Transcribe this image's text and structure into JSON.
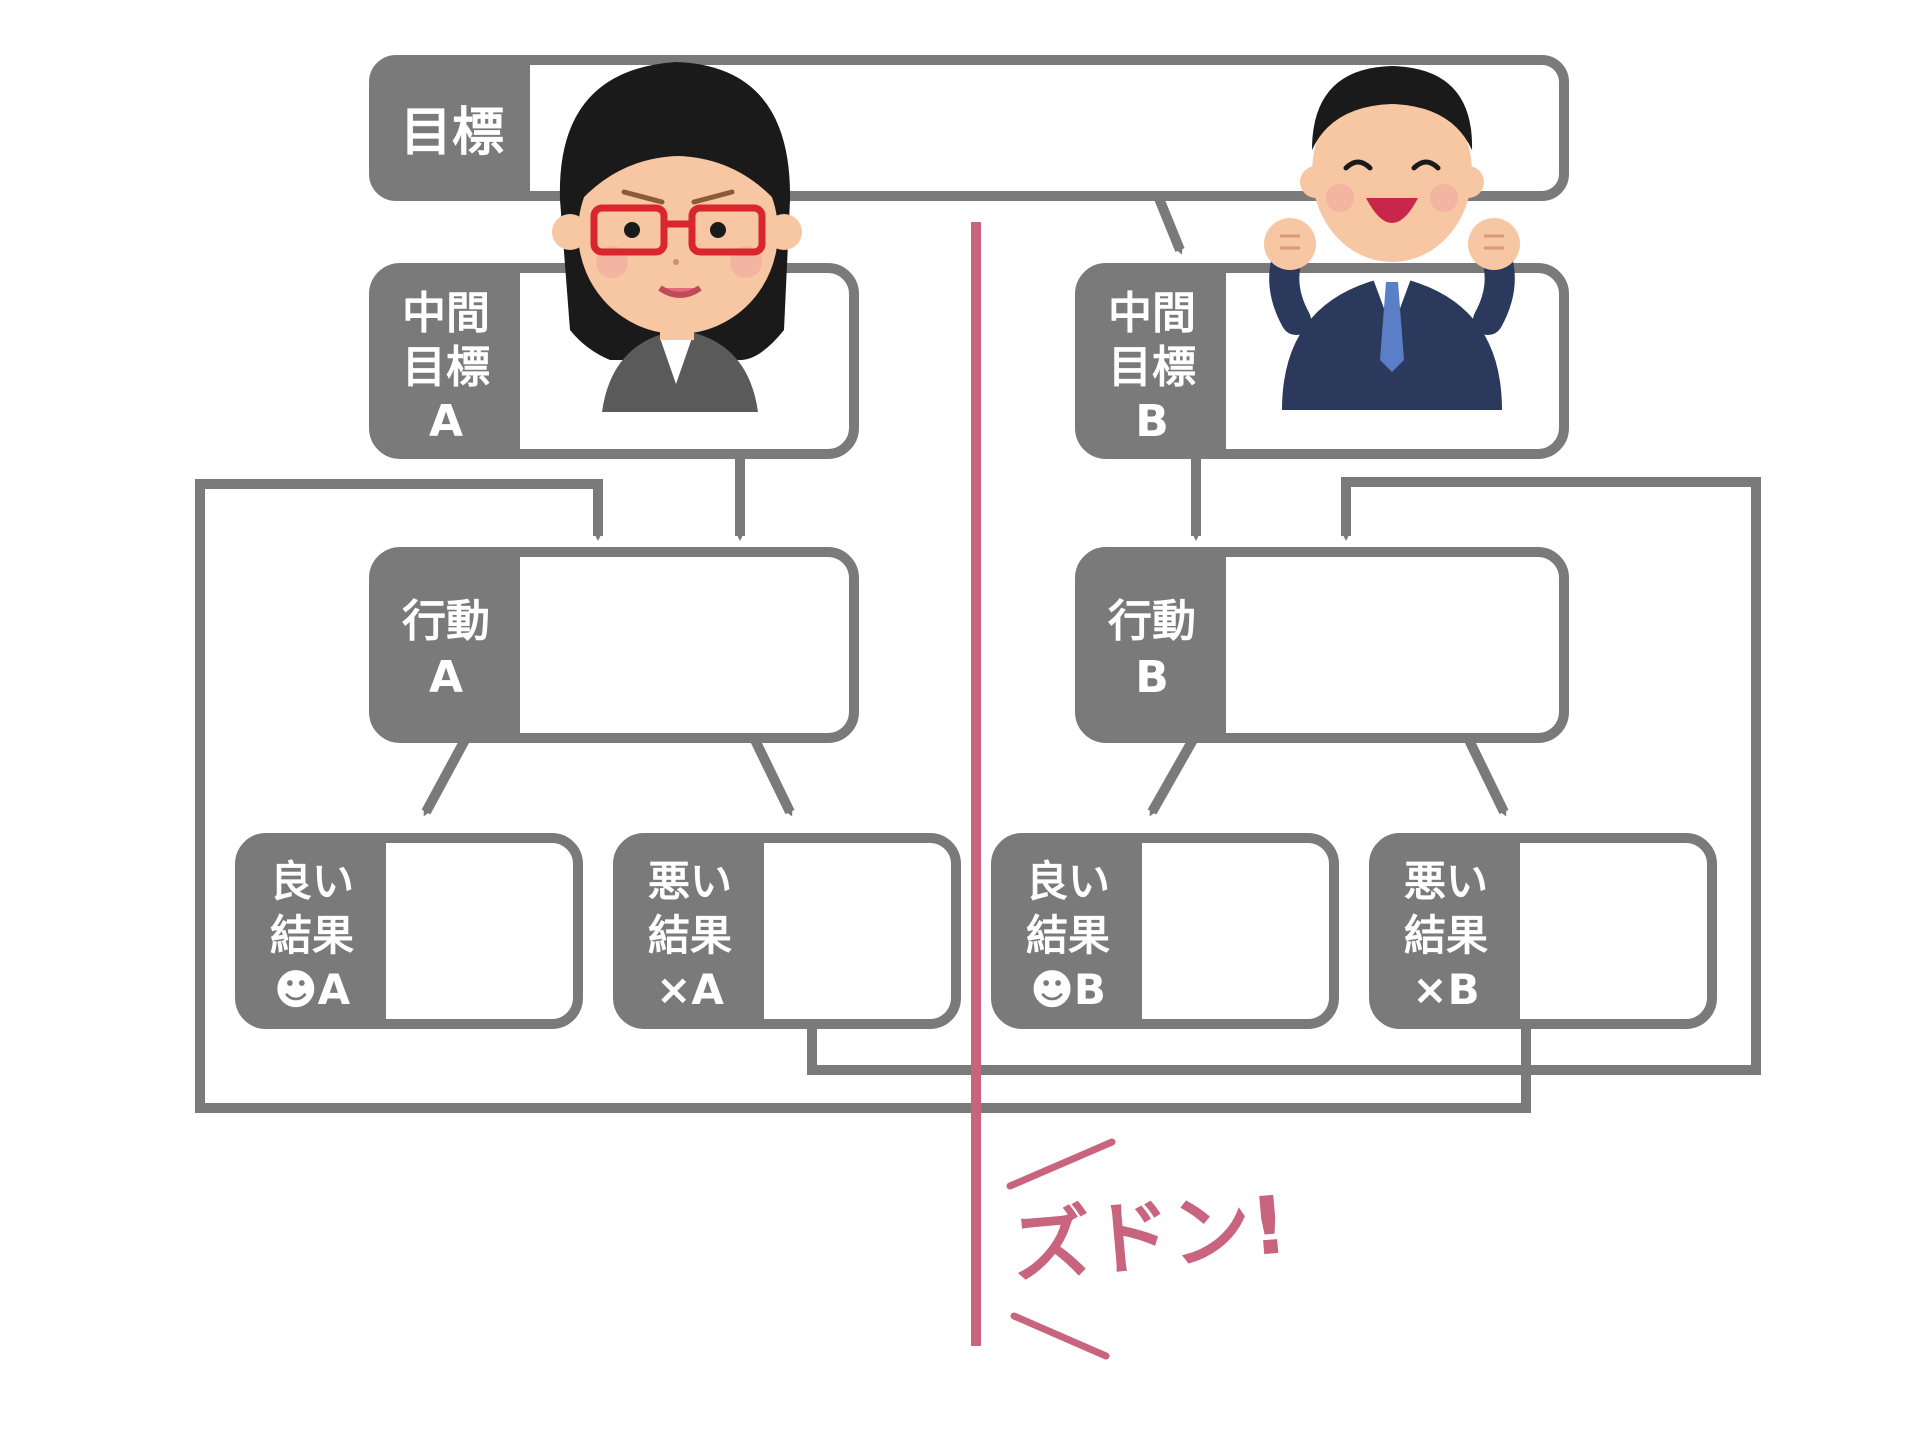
{
  "colors": {
    "box_gray": "#7a7a7a",
    "arrow_gray": "#7a7a7a",
    "divider": "#c8647e",
    "text_on_gray": "#ffffff",
    "box_fill": "#ffffff"
  },
  "goal": {
    "label": "目標"
  },
  "left": {
    "mid_goal": {
      "lines": [
        "中間",
        "目標",
        "A"
      ]
    },
    "action": {
      "lines": [
        "行動",
        "A"
      ]
    },
    "good_result": {
      "lines": [
        "良い",
        "結果",
        "☻A"
      ]
    },
    "bad_result": {
      "lines": [
        "悪い",
        "結果",
        "×A"
      ]
    }
  },
  "right": {
    "mid_goal": {
      "lines": [
        "中間",
        "目標",
        "B"
      ]
    },
    "action": {
      "lines": [
        "行動",
        "B"
      ]
    },
    "good_result": {
      "lines": [
        "良い",
        "結果",
        "☻B"
      ]
    },
    "bad_result": {
      "lines": [
        "悪い",
        "結果",
        "×B"
      ]
    }
  },
  "impact": {
    "text": "ズドン!"
  },
  "illustrations": {
    "left": "woman-with-red-glasses-icon",
    "right": "cheering-businessman-icon"
  }
}
